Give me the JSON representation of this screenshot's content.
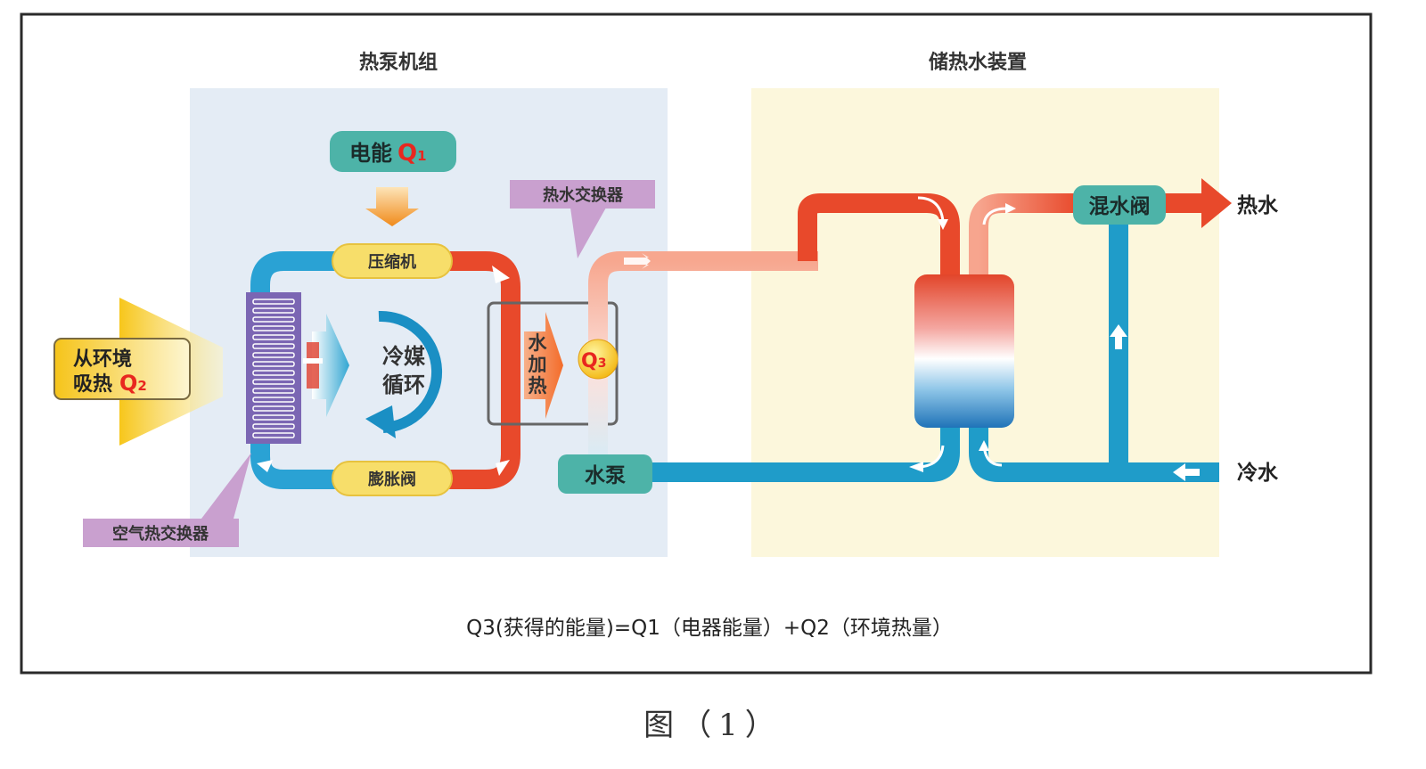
{
  "panels": {
    "heat_pump_title": "热泵机组",
    "storage_title": "储热水装置"
  },
  "labels": {
    "electric_prefix": "电能",
    "electric_q": "Q",
    "electric_q_sub": "1",
    "compressor": "压缩机",
    "expansion_valve": "膨胀阀",
    "refrigerant_line1": "冷媒",
    "refrigerant_line2": "循环",
    "ambient_line1": "从环境",
    "ambient_line2_prefix": "吸热",
    "ambient_q": "Q",
    "ambient_q_sub": "2",
    "air_exchanger": "空气热交换器",
    "hot_water_exchanger": "热水交换器",
    "water_heat_1": "水",
    "water_heat_2": "加",
    "water_heat_3": "热",
    "q3": "Q",
    "q3_sub": "3",
    "water_pump": "水泵",
    "mixing_valve": "混水阀",
    "hot_water": "热水",
    "cold_water": "冷水"
  },
  "formula": "Q3(获得的能量)=Q1（电器能量）+Q2（环境热量）",
  "caption": "图（1）",
  "colors": {
    "heat_pump_bg": "#e4ecf5",
    "storage_bg": "#fcf7dc",
    "teal_box": "#4db3a8",
    "hot_pipe": "#e8492b",
    "cold_pipe": "#1f9cc9",
    "yellow_pill": "#f7de6a",
    "purple_label": "#c9a0cf",
    "orange_arrow": "#f4a23c",
    "q_red": "#e8271f"
  }
}
